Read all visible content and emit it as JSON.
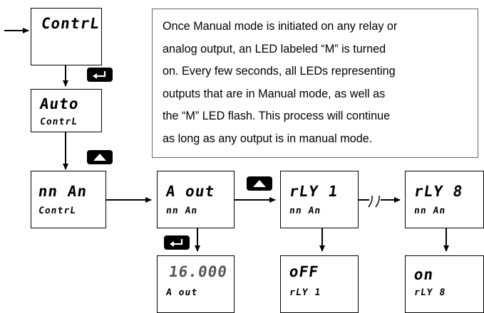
{
  "note": {
    "lines": [
      "Once Manual mode is initiated on any relay or",
      "analog output, an LED labeled “M” is turned",
      "on. Every few seconds, all LEDs representing",
      "outputs that are in Manual mode, as well as",
      "the “M” LED flash. This process will continue",
      "as long as any output is in manual mode."
    ]
  },
  "displays": {
    "contrl": {
      "top": "ContrL",
      "bottom": ""
    },
    "auto": {
      "top": "Auto",
      "bottom": "ContrL"
    },
    "man": {
      "top": "nn An",
      "bottom": "ContrL"
    },
    "aout": {
      "top": "A out",
      "bottom": "nn An"
    },
    "rly1": {
      "top": "rLY 1",
      "bottom": "nn An"
    },
    "rly8": {
      "top": "rLY 8",
      "bottom": "nn An"
    },
    "aval": {
      "top": "16.000",
      "bottom": "A out"
    },
    "off": {
      "top": "oFF",
      "bottom": "rLY 1"
    },
    "on": {
      "top": "on",
      "bottom": "rLY 8"
    }
  },
  "keys": {
    "enter": "enter-key",
    "up": "up-arrow-key"
  }
}
